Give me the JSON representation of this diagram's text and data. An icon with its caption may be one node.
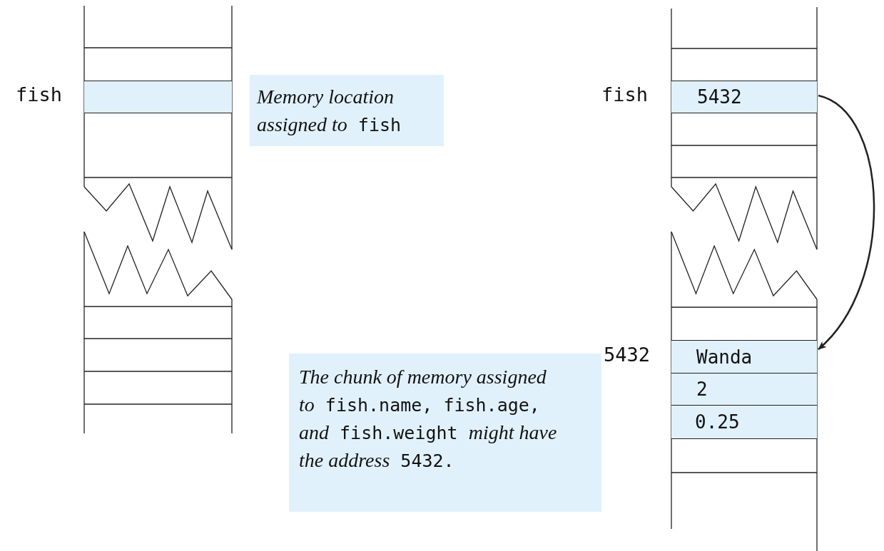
{
  "diagram": {
    "nodes": [
      {
        "text": [],
        "shape": "box",
        "beside": [
          "fish"
        ]
      },
      {
        "text": [
          "*Memory location assigned to* fish"
        ]
      },
      {
        "text": [
          "5432"
        ],
        "beside": [
          "fish"
        ]
      },
      {
        "text": [
          "Wanda"
        ]
      },
      {
        "text": [
          "2"
        ]
      },
      {
        "text": [
          "0.25"
        ]
      },
      {
        "text": [
          "*The chunk of memory assigned to* fish.name, fish.age, *and* fish.weight *might have the address* 5432."
        ]
      }
    ],
    "labels": [
      "5432"
    ],
    "edges": [
      {
        "from": 2,
        "to": 3,
        "arrow": "to"
      }
    ]
  }
}
